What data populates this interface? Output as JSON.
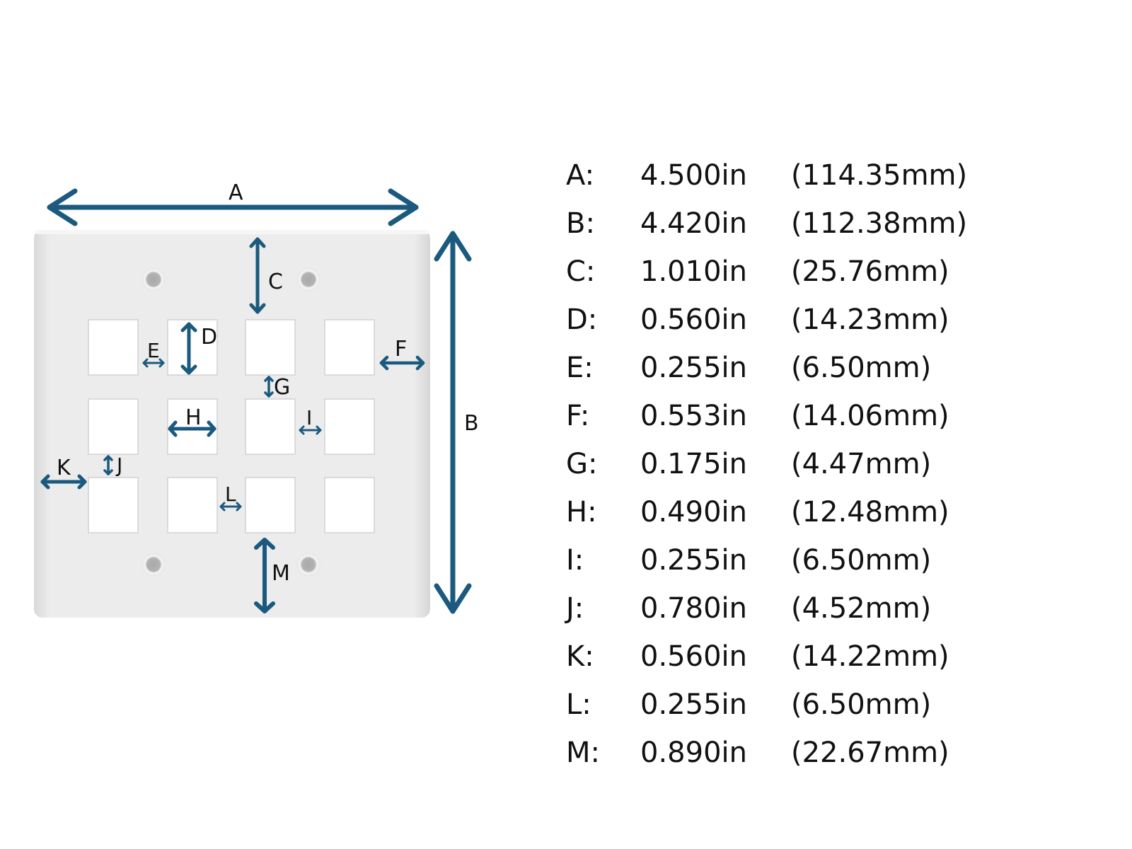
{
  "diagram": {
    "title": "Faceplate dimension diagram",
    "accent_color": "#1b5a7e",
    "plate_color": "#ebebeb",
    "port_rows": 3,
    "port_cols": 4,
    "labels": {
      "A": "A",
      "B": "B",
      "C": "C",
      "D": "D",
      "E": "E",
      "F": "F",
      "G": "G",
      "H": "H",
      "I": "I",
      "J": "J",
      "K": "K",
      "L": "L",
      "M": "M"
    }
  },
  "specs": [
    {
      "key": "A:",
      "inches": "4.500in",
      "mm": "(114.35mm)"
    },
    {
      "key": "B:",
      "inches": "4.420in",
      "mm": "(112.38mm)"
    },
    {
      "key": "C:",
      "inches": "1.010in",
      "mm": "(25.76mm)"
    },
    {
      "key": "D:",
      "inches": "0.560in",
      "mm": "(14.23mm)"
    },
    {
      "key": "E:",
      "inches": "0.255in",
      "mm": "(6.50mm)"
    },
    {
      "key": "F:",
      "inches": "0.553in",
      "mm": "(14.06mm)"
    },
    {
      "key": "G:",
      "inches": "0.175in",
      "mm": "(4.47mm)"
    },
    {
      "key": "H:",
      "inches": "0.490in",
      "mm": "(12.48mm)"
    },
    {
      "key": "I:",
      "inches": "0.255in",
      "mm": "(6.50mm)"
    },
    {
      "key": "J:",
      "inches": "0.780in",
      "mm": "(4.52mm)"
    },
    {
      "key": "K:",
      "inches": "0.560in",
      "mm": "(14.22mm)"
    },
    {
      "key": "L:",
      "inches": "0.255in",
      "mm": "(6.50mm)"
    },
    {
      "key": "M:",
      "inches": "0.890in",
      "mm": "(22.67mm)"
    }
  ]
}
